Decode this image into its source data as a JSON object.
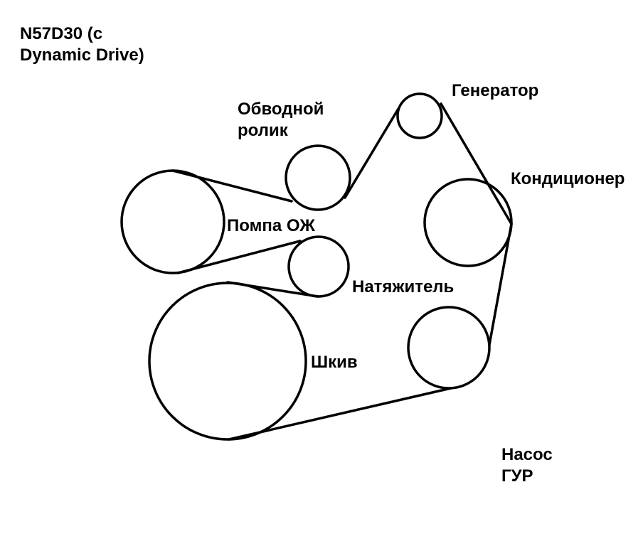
{
  "title": {
    "line1": "N57D30 (c",
    "line2": "Dynamic Drive)"
  },
  "labels": {
    "idler_line1": "Обводной",
    "idler_line2": "ролик",
    "alternator": "Генератор",
    "ac_compressor": "Кондиционер",
    "water_pump": "Помпа ОЖ",
    "tensioner": "Натяжитель",
    "crankshaft_pulley": "Шкив",
    "ps_pump_line1": "Насос",
    "ps_pump_line2": "ГУР"
  },
  "colors": {
    "line": "#000000",
    "background": "#ffffff"
  }
}
